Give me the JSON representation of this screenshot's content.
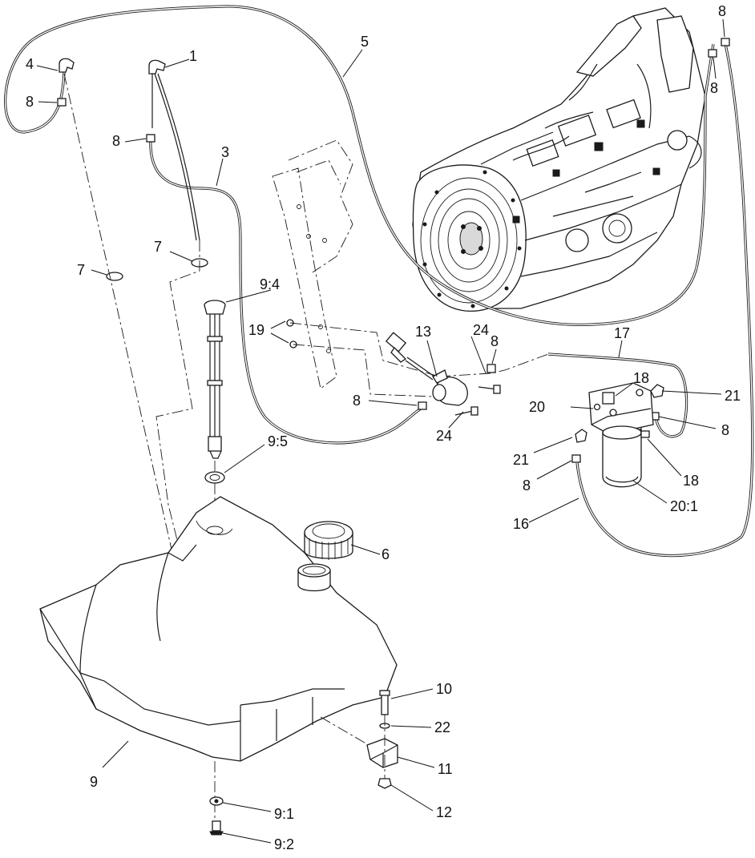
{
  "labels": {
    "l1": "1",
    "l3": "3",
    "l4": "4",
    "l5": "5",
    "l6": "6",
    "l7a": "7",
    "l7b": "7",
    "l8a": "8",
    "l8b": "8",
    "l8c": "8",
    "l8d": "8",
    "l8e": "8",
    "l8f": "8",
    "l8g": "8",
    "l8h": "8",
    "l9": "9",
    "l9_1": "9:1",
    "l9_2": "9:2",
    "l9_4": "9:4",
    "l9_5": "9:5",
    "l10": "10",
    "l11": "11",
    "l12": "12",
    "l13": "13",
    "l16": "16",
    "l17": "17",
    "l18a": "18",
    "l18b": "18",
    "l19": "19",
    "l20": "20",
    "l20_1": "20:1",
    "l21a": "21",
    "l21b": "21",
    "l22": "22",
    "l24a": "24",
    "l24b": "24"
  }
}
